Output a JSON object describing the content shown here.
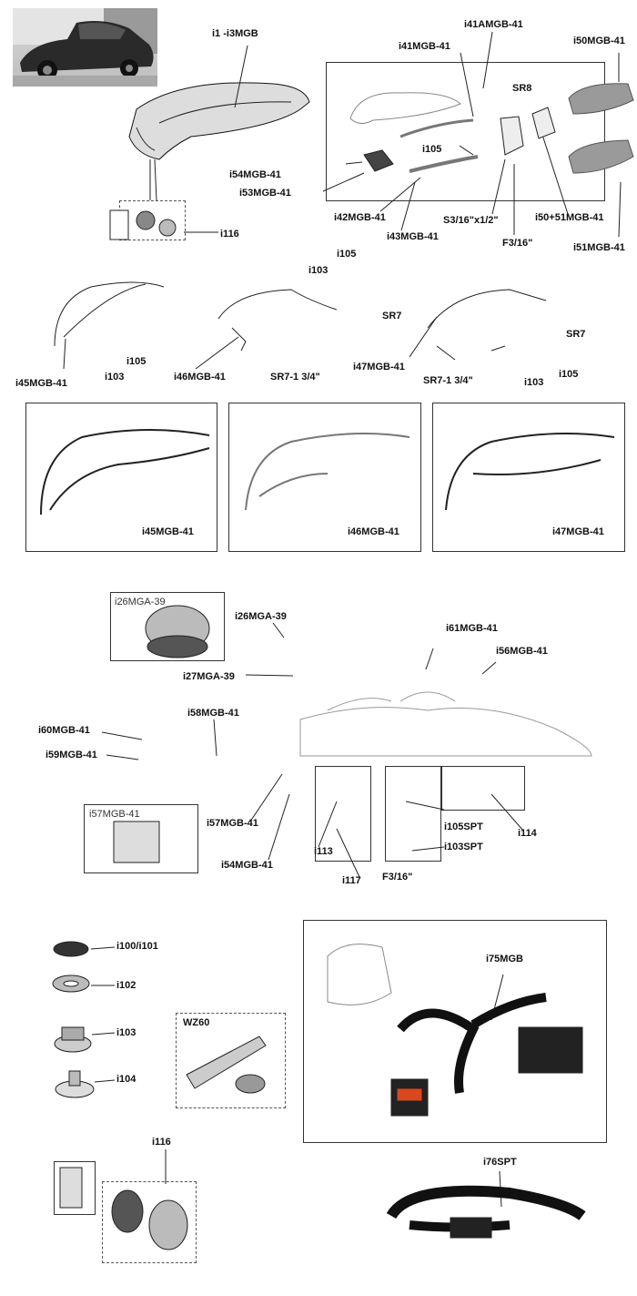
{
  "labels": {
    "i1": "i1 -i3MGB",
    "i41a": "i41AMGB-41",
    "i41": "i41MGB-41",
    "sr8": "SR8",
    "i50": "i50MGB-41",
    "i105a": "i105",
    "i54a": "i54MGB-41",
    "i53": "i53MGB-41",
    "i42": "i42MGB-41",
    "s316": "S3/16\"x1/2\"",
    "i50_51": "i50+51MGB-41",
    "i43": "i43MGB-41",
    "f316a": "F3/16\"",
    "i51": "i51MGB-41",
    "i116a": "i116",
    "i105b": "i105",
    "i103b": "i103",
    "sr7a": "SR7",
    "i105c": "i105",
    "i45a": "i45MGB-41",
    "i103a": "i103",
    "i46a": "i46MGB-41",
    "sr7_134a": "SR7-1 3/4\"",
    "i47a": "i47MGB-41",
    "sr7_134b": "SR7-1 3/4\"",
    "sr7b": "SR7",
    "i103c": "i103",
    "i105d": "i105",
    "i45b": "i45MGB-41",
    "i46b": "i46MGB-41",
    "i47b": "i47MGB-41",
    "i26a": "i26MGA-39",
    "i26b": "i26MGA-39",
    "i27": "i27MGA-39",
    "i61": "i61MGB-41",
    "i56": "i56MGB-41",
    "i58": "i58MGB-41",
    "i60": "i60MGB-41",
    "i59": "i59MGB-41",
    "i57a": "i57MGB-41",
    "i57b": "i57MGB-41",
    "i54b": "i54MGB-41",
    "i113": "i113",
    "i117": "i117",
    "f316b": "F3/16\"",
    "i105spt": "i105SPT",
    "i103spt": "i103SPT",
    "i114": "i114",
    "i100": "i100/i101",
    "i102": "i102",
    "i103d": "i103",
    "i104": "i104",
    "wz60": "WZ60",
    "i75": "i75MGB",
    "i116b": "i116",
    "i76": "i76SPT"
  },
  "icons": [
    "car-photo",
    "soft-top",
    "hood-frame",
    "chrome-cap",
    "seat-belt",
    "snap-fastener",
    "press-stud-tool"
  ]
}
